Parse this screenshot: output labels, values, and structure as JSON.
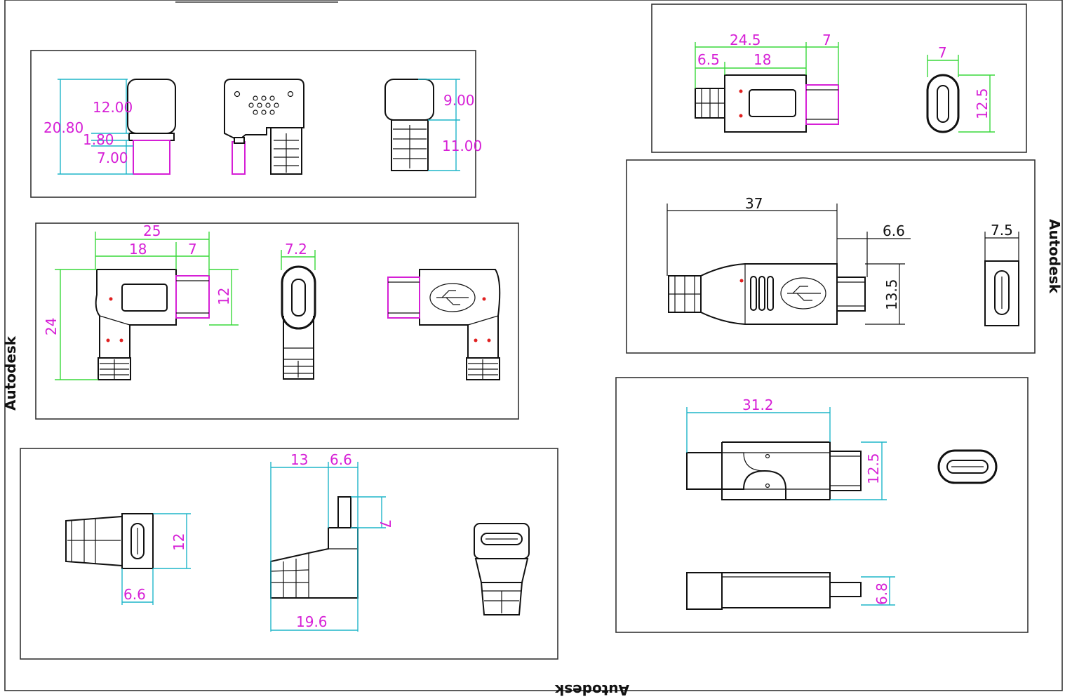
{
  "watermark": "Autodesk",
  "colors": {
    "magenta": "#d61fd6",
    "cyan": "#1fb5c9",
    "green": "#39d83a",
    "outline": "#111111"
  },
  "panel1": {
    "h_total": "20.80",
    "h_top": "12.00",
    "h_gap": "1.80",
    "h_plug": "7.00",
    "right_top": "9.00",
    "right_bottom": "11.00"
  },
  "panel2": {
    "total_w": "25",
    "body_w": "18",
    "plug_w": "7",
    "height": "24",
    "plug_h": "12",
    "end_w": "7.2"
  },
  "panel3": {
    "w_top": "13",
    "w_plug": "6.6",
    "plug_h": "7",
    "total_w": "19.6",
    "face_h": "12",
    "face_w": "6.6"
  },
  "panel4": {
    "total_w": "24.5",
    "plug_w": "7",
    "boot_w": "6.5",
    "body_w": "18",
    "end_w": "7",
    "end_h": "12.5"
  },
  "panel5": {
    "total_len": "37",
    "plug_len": "6.6",
    "height": "13.5",
    "end_w": "7.5"
  },
  "panel6": {
    "total_w": "31.2",
    "height": "12.5",
    "thickness": "6.8"
  }
}
